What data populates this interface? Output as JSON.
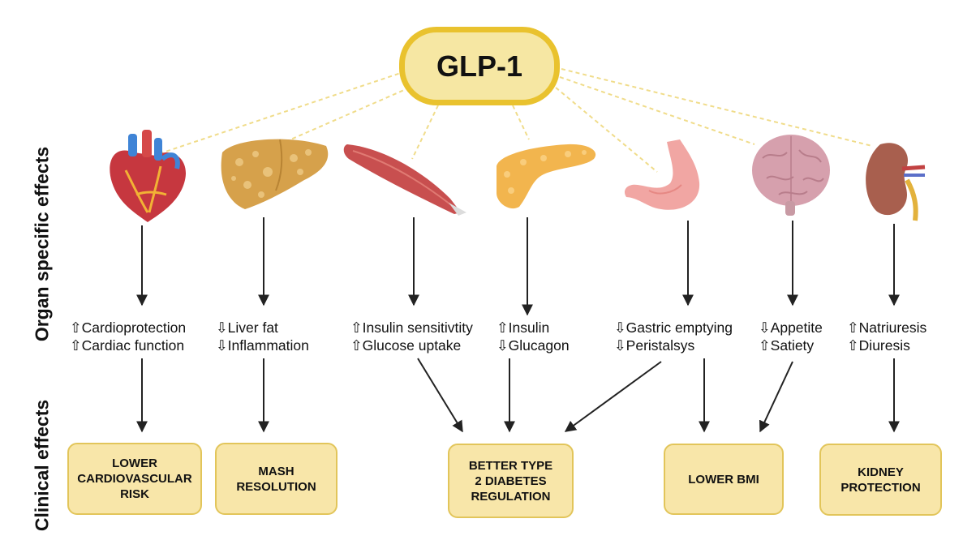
{
  "hub": {
    "label": "GLP-1"
  },
  "side_labels": {
    "organ": "Organ specific effects",
    "clinical": "Clinical effects"
  },
  "organs": [
    {
      "name": "heart",
      "icon": "heart-icon",
      "effects": [
        "⇧Cardioprotection",
        "⇧Cardiac function"
      ]
    },
    {
      "name": "liver",
      "icon": "liver-icon",
      "effects": [
        "⇩Liver fat",
        "⇩Inflammation"
      ]
    },
    {
      "name": "muscle",
      "icon": "muscle-icon",
      "effects": [
        "⇧Insulin sensitivtity",
        "⇧Glucose uptake"
      ]
    },
    {
      "name": "pancreas",
      "icon": "pancreas-icon",
      "effects": [
        "⇧Insulin",
        "⇩Glucagon"
      ]
    },
    {
      "name": "stomach",
      "icon": "stomach-icon",
      "effects": [
        "⇩Gastric emptying",
        "⇩Peristalsys"
      ]
    },
    {
      "name": "brain",
      "icon": "brain-icon",
      "effects": [
        "⇩Appetite",
        "⇧Satiety"
      ]
    },
    {
      "name": "kidney",
      "icon": "kidney-icon",
      "effects": [
        "⇧Natriuresis",
        "⇧Diuresis"
      ]
    }
  ],
  "outcomes": [
    {
      "lines": [
        "LOWER",
        "CARDIOVASCULAR",
        "RISK"
      ]
    },
    {
      "lines": [
        "MASH",
        "RESOLUTION"
      ]
    },
    {
      "lines": [
        "BETTER TYPE",
        "2 DIABETES",
        "REGULATION"
      ]
    },
    {
      "lines": [
        "LOWER BMI"
      ]
    },
    {
      "lines": [
        "KIDNEY",
        "PROTECTION"
      ]
    }
  ],
  "colors": {
    "hub_border": "#e9c22e",
    "hub_fill": "#f6e7a3",
    "outcome_fill": "#f8e6a9",
    "connector": "#f0dc8a",
    "arrow": "#222222"
  }
}
